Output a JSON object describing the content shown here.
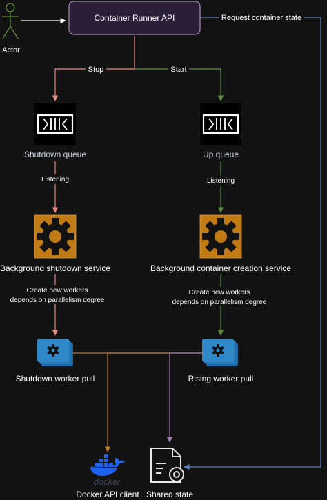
{
  "colors": {
    "background": "#121212",
    "stop_edge": "#e98a7f",
    "start_edge": "#5d8f35",
    "state_edge": "#5b82ba",
    "docker_edge": "#c07a22",
    "shared_edge": "#a67ab6",
    "api_box_fill": "#2a1f36",
    "api_box_stroke": "#a58eb7",
    "service_fill": "#c07b14",
    "worker_fill": "#2f89c9",
    "text": "#ffffff",
    "label_text": "#cccccc"
  },
  "nodes": {
    "actor": {
      "label": "Actor"
    },
    "api": {
      "label": "Container Runner API"
    },
    "shutdown_queue": {
      "label": "Shutdown queue",
      "icon": "queue-icon"
    },
    "up_queue": {
      "label": "Up queue",
      "icon": "queue-icon"
    },
    "shutdown_service": {
      "label": "Background shutdown service",
      "icon": "gear-icon"
    },
    "creation_service": {
      "label": "Background container creation service",
      "icon": "gear-icon"
    },
    "shutdown_pool": {
      "label": "Shutdown worker pull",
      "icon": "gear-stack-icon"
    },
    "rising_pool": {
      "label": "Rising worker pull",
      "icon": "gear-stack-icon"
    },
    "docker_client": {
      "label": "Docker API client",
      "icon": "docker-icon",
      "logo_text": "docker"
    },
    "shared_state": {
      "label": "Shared state",
      "icon": "document-icon"
    }
  },
  "edges": {
    "stop": "Stop",
    "start": "Start",
    "request_state": "Request container state",
    "listening_left": "Listening",
    "listening_right": "Listening",
    "workers_left": [
      "Create new workers",
      "depends on parallelism degree"
    ],
    "workers_right": [
      "Create new workers",
      "depends on parallelism degree"
    ]
  }
}
